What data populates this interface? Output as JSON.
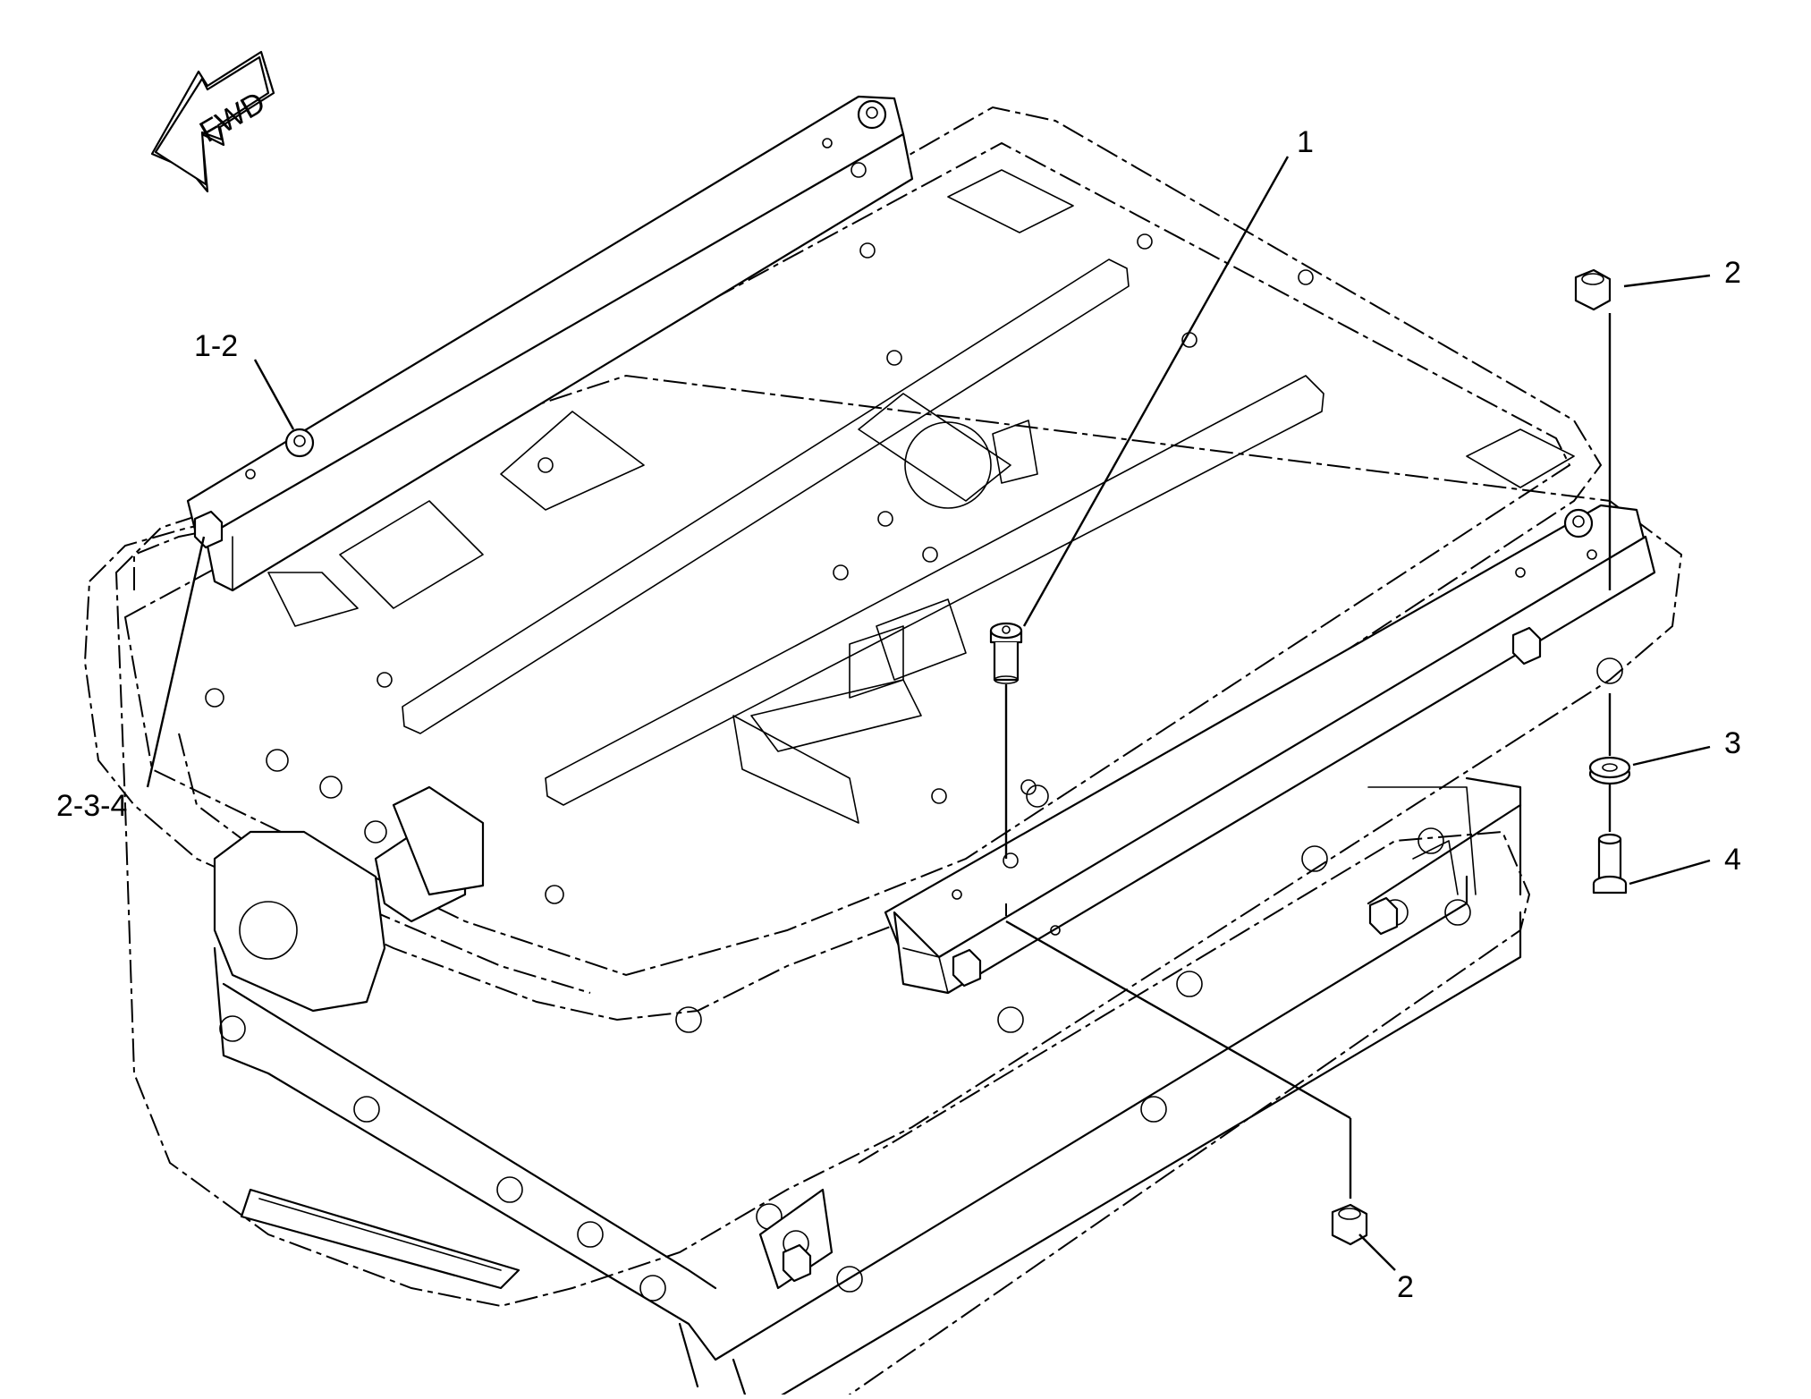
{
  "orientation": {
    "label": "FWD"
  },
  "callouts": [
    {
      "id": "c1",
      "text": "1"
    },
    {
      "id": "c2a",
      "text": "2"
    },
    {
      "id": "c3",
      "text": "3"
    },
    {
      "id": "c4",
      "text": "4"
    },
    {
      "id": "c2b",
      "text": "2"
    },
    {
      "id": "c12",
      "text": "1-2"
    },
    {
      "id": "c234",
      "text": "2-3-4"
    }
  ]
}
